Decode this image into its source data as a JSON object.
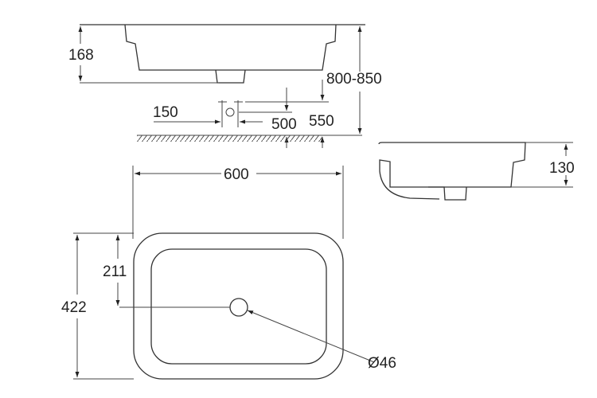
{
  "drawing": {
    "front_view": {
      "height_label": "168",
      "mount_height_label": "800-850"
    },
    "plumbing": {
      "spacing_label": "150",
      "drain_height_label": "500",
      "supply_height_label": "550"
    },
    "side_view": {
      "depth_label": "130"
    },
    "top_view": {
      "width_label": "600",
      "length_label": "422",
      "drain_offset_label": "211",
      "drain_diameter_label": "Ø46"
    },
    "colors": {
      "line": "#333333",
      "background": "#ffffff"
    }
  }
}
